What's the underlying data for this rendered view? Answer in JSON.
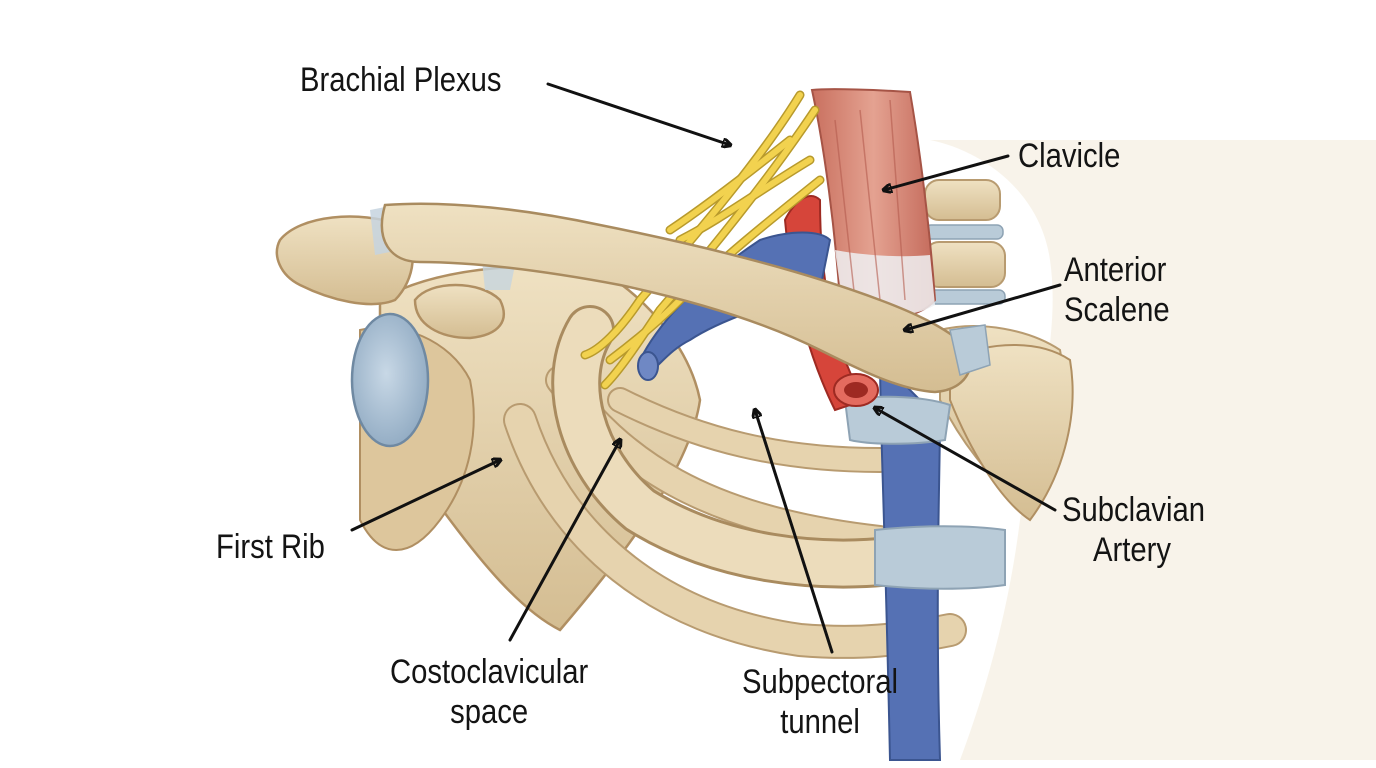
{
  "palette": {
    "bone": "#e8d6b4",
    "bone_shadow": "#b89b70",
    "cartilage": "#b9cbd8",
    "nerve": "#f2d24f",
    "artery": "#d6453a",
    "vein": "#5571b4",
    "muscle": "#d88a78",
    "arrow": "#111111"
  },
  "labels": {
    "brachial_plexus": "Brachial Plexus",
    "clavicle": "Clavicle",
    "anterior_scalene": [
      "Anterior",
      "Scalene"
    ],
    "first_rib": "First Rib",
    "subclavian_artery": [
      "Subclavian",
      "Artery"
    ],
    "costoclavicular_space": [
      "Costoclavicular",
      "space"
    ],
    "subpectoral_tunnel": [
      "Subpectoral",
      "tunnel"
    ]
  }
}
